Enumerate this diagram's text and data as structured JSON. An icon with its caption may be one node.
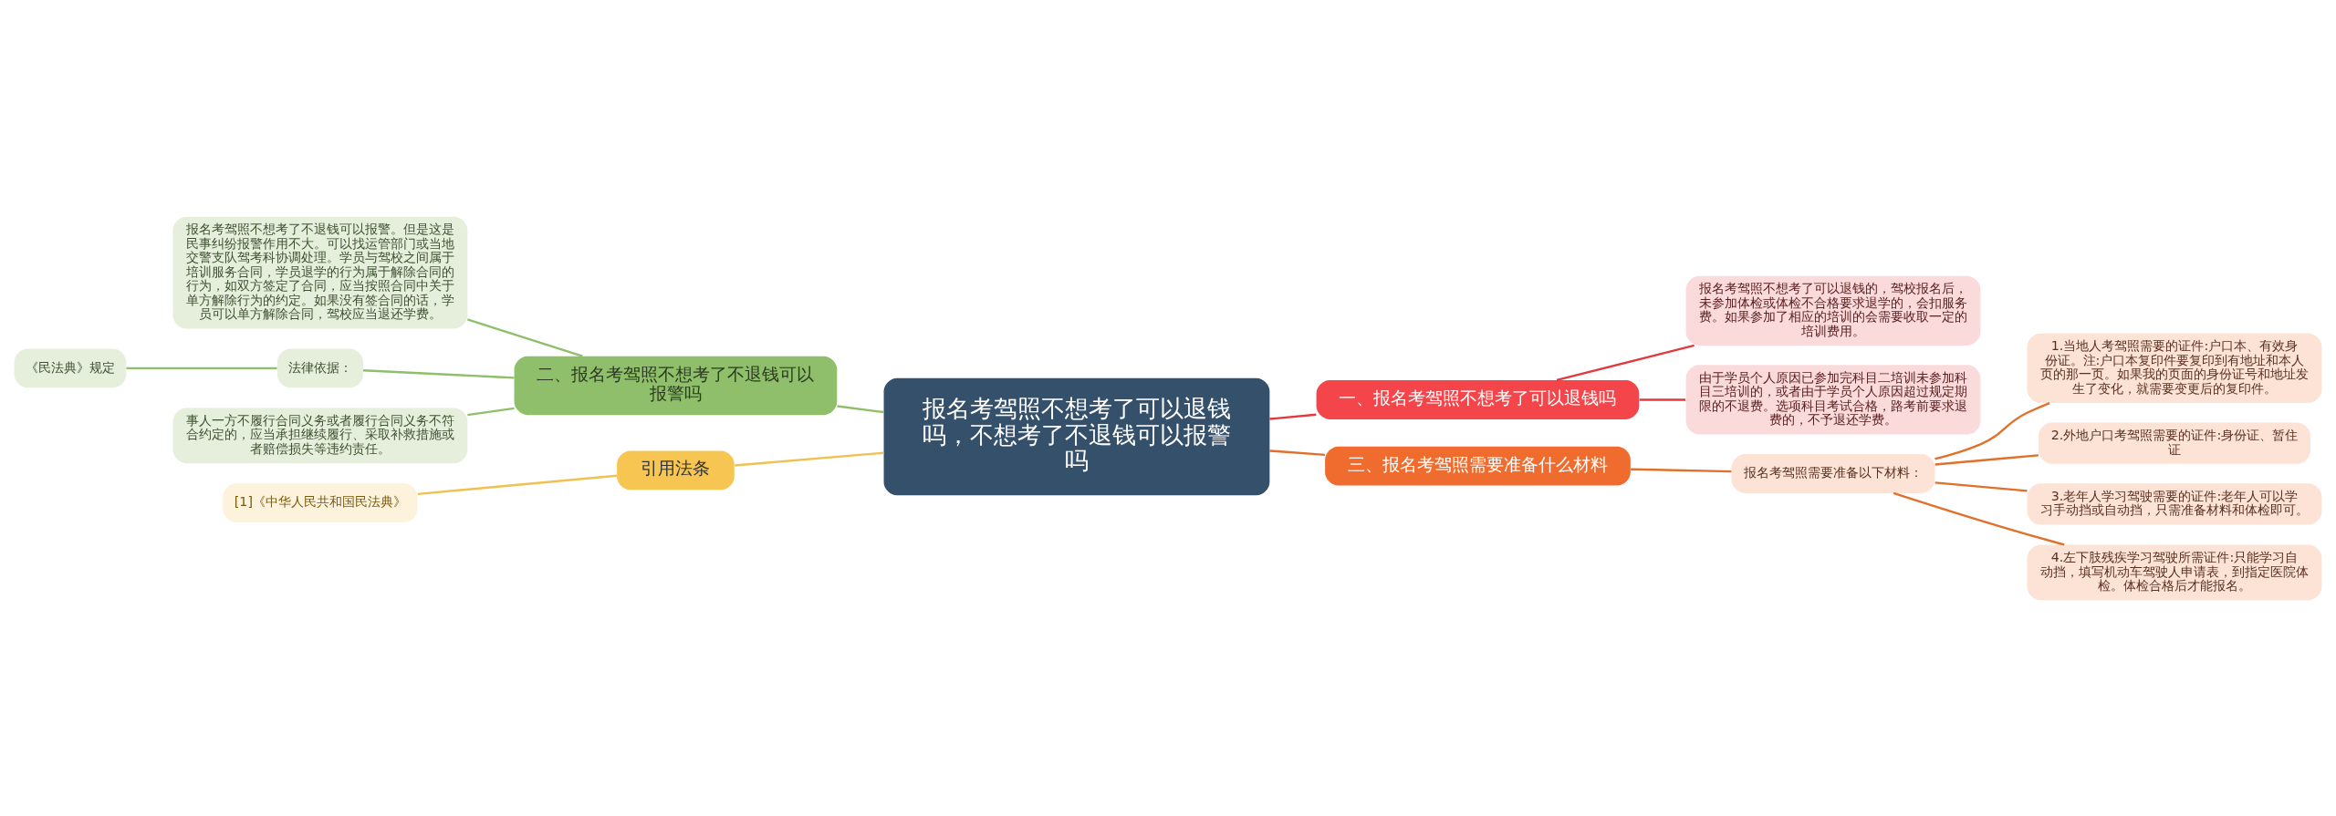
{
  "diagram": {
    "nodes": [
      {
        "text": [
          "报名考驾照不想考了可以退钱吗，不想考了不退钱可以报警吗"
        ]
      },
      {
        "text": [
          "一、报名考驾照不想考了可以退钱吗"
        ]
      },
      {
        "text": [
          "报名考驾照不想考了可以退钱的，驾校报名后，未参加体检或体检不合格要求退学的，会扣服务费。如果参加了相应的培训的会需要收取一定的培训费用。"
        ]
      },
      {
        "text": [
          "由于学员个人原因已参加完科目二培训未参加科目三培训的，或者由于学员个人原因超过规定期限的不退费。选项科目考试合格，路考前要求退费的，不予退还学费。"
        ]
      },
      {
        "text": [
          "二、报名考驾照不想考了不退钱可以报警吗"
        ]
      },
      {
        "text": [
          "报名考驾照不想考了不退钱可以报警。但是这是民事纠纷报警作用不大。可以找运管部门或当地交警支队驾考科协调处理。学员与驾校之间属于培训服务合同，学员退学的行为属于解除合同的行为，如双方签定了合同，应当按照合同中关于单方解除行为的约定。如果没有签合同的话，学员可以单方解除合同，驾校应当退还学费。"
        ]
      },
      {
        "text": [
          "法律依据："
        ]
      },
      {
        "text": [
          "《民法典》规定"
        ]
      },
      {
        "text": [
          "事人一方不履行合同义务或者履行合同义务不符合约定的，应当承担继续履行、采取补救措施或者赔偿损失等违约责任。"
        ]
      },
      {
        "text": [
          "三、报名考驾照需要准备什么材料"
        ]
      },
      {
        "text": [
          "报名考驾照需要准备以下材料："
        ]
      },
      {
        "text": [
          "1.当地人考驾照需要的证件:户口本、有效身份证。注:户口本复印件要复印到有地址和本人页的那一页。如果我的页面的身份证号和地址发生了变化，就需要变更后的复印件。"
        ]
      },
      {
        "text": [
          "2.外地户口考驾照需要的证件:身份证、暂住证"
        ]
      },
      {
        "text": [
          "3.老年人学习驾驶需要的证件:老年人可以学习手动挡或自动挡，只需准备材料和体检即可。"
        ]
      },
      {
        "text": [
          "4.左下肢残疾学习驾驶所需证件:只能学习自动挡，填写机动车驾驶人申请表，到指定医院体检。体检合格后才能报名。"
        ]
      },
      {
        "text": [
          "引用法条"
        ]
      },
      {
        "text": [
          "[1]《中华人民共和国民法典》"
        ]
      }
    ],
    "edges": [
      {
        "from": 0,
        "to": 1,
        "arrow": "none",
        "color": "#e0393e"
      },
      {
        "from": 1,
        "to": 2,
        "arrow": "none",
        "color": "#e0393e"
      },
      {
        "from": 1,
        "to": 3,
        "arrow": "none",
        "color": "#e0393e"
      },
      {
        "from": 0,
        "to": 4,
        "arrow": "none",
        "color": "#8fbf6a"
      },
      {
        "from": 4,
        "to": 5,
        "arrow": "none",
        "color": "#8fbf6a"
      },
      {
        "from": 4,
        "to": 6,
        "arrow": "none",
        "color": "#8fbf6a"
      },
      {
        "from": 6,
        "to": 7,
        "arrow": "none",
        "color": "#8fbf6a"
      },
      {
        "from": 4,
        "to": 8,
        "arrow": "none",
        "color": "#8fbf6a"
      },
      {
        "from": 0,
        "to": 9,
        "arrow": "none",
        "color": "#e0702a"
      },
      {
        "from": 9,
        "to": 10,
        "arrow": "none",
        "color": "#e0702a"
      },
      {
        "from": 10,
        "to": 11,
        "arrow": "none",
        "color": "#e0702a"
      },
      {
        "from": 10,
        "to": 12,
        "arrow": "none",
        "color": "#e0702a"
      },
      {
        "from": 10,
        "to": 13,
        "arrow": "none",
        "color": "#e0702a"
      },
      {
        "from": 10,
        "to": 14,
        "arrow": "none",
        "color": "#e0702a"
      },
      {
        "from": 0,
        "to": 15,
        "arrow": "none",
        "color": "#f0c050"
      },
      {
        "from": 15,
        "to": 16,
        "arrow": "none",
        "color": "#f0c050"
      }
    ]
  }
}
